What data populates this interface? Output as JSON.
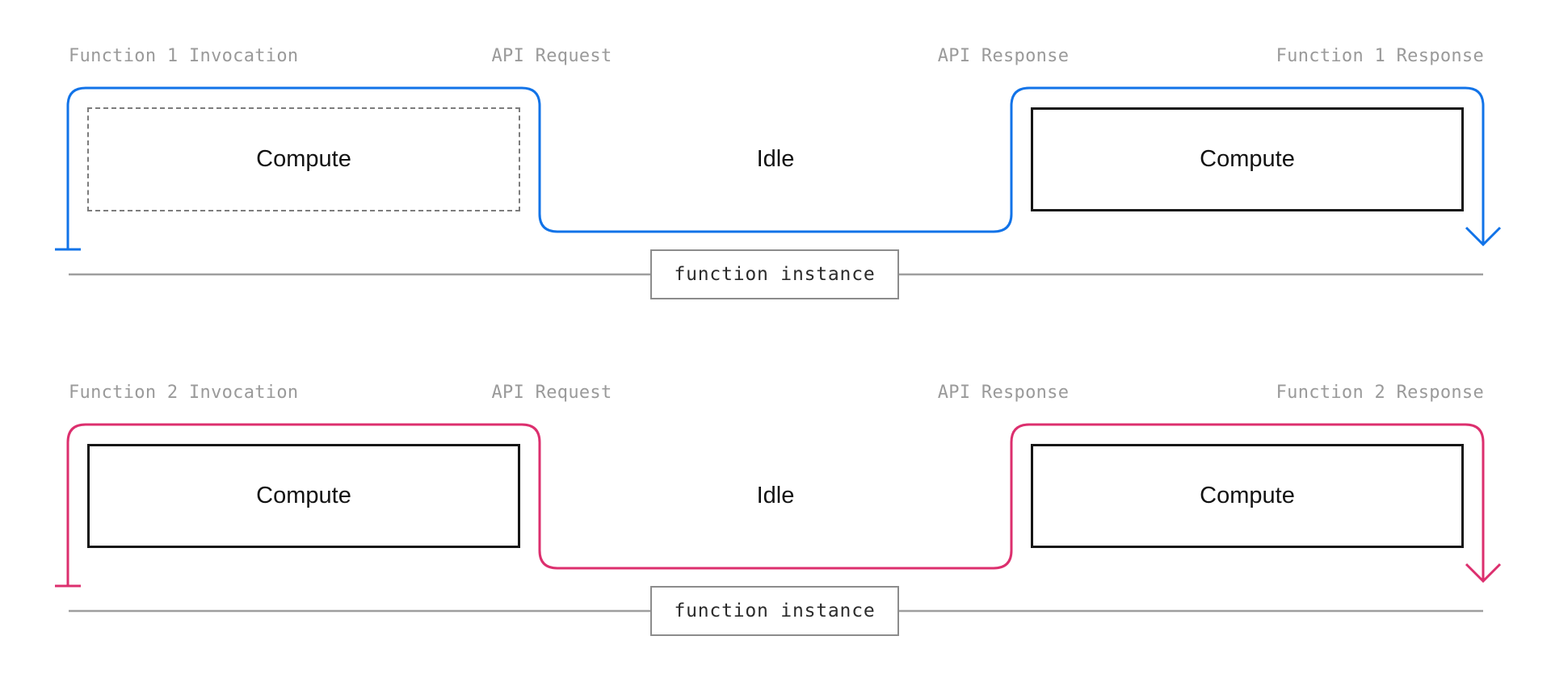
{
  "colors": {
    "function1_accent": "#1173e8",
    "function2_accent": "#dc2f6e",
    "label_gray": "#9a9a9a",
    "timeline_gray": "#9e9e9e",
    "box_border_black": "#161616",
    "dashed_border_gray": "#7d7d7d",
    "tag_border_gray": "#8c8c8c"
  },
  "diagrams": [
    {
      "id": "function-1",
      "accent_color": "#1173e8",
      "events": {
        "invocation": "Function 1 Invocation",
        "api_request": "API Request",
        "api_response": "API Response",
        "response": "Function 1 Response"
      },
      "phases": {
        "first_compute": "Compute",
        "idle": "Idle",
        "second_compute": "Compute"
      },
      "first_compute_border": "dashed",
      "instance_label": "function instance"
    },
    {
      "id": "function-2",
      "accent_color": "#dc2f6e",
      "events": {
        "invocation": "Function 2 Invocation",
        "api_request": "API Request",
        "api_response": "API Response",
        "response": "Function 2 Response"
      },
      "phases": {
        "first_compute": "Compute",
        "idle": "Idle",
        "second_compute": "Compute"
      },
      "first_compute_border": "solid",
      "instance_label": "function instance"
    }
  ]
}
